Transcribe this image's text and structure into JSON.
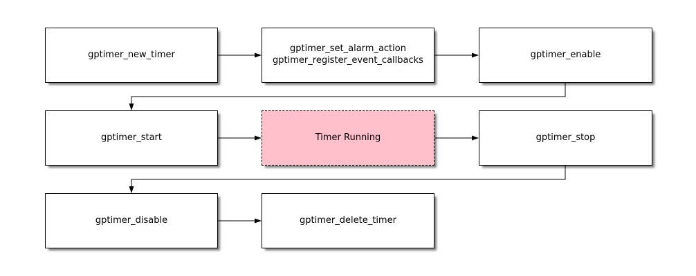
{
  "diagram_type": "flowchart",
  "nodes": {
    "new_timer": {
      "label": "gptimer_new_timer"
    },
    "set_alarm": {
      "line1": "gptimer_set_alarm_action",
      "line2": "gptimer_register_event_callbacks"
    },
    "enable": {
      "label": "gptimer_enable"
    },
    "start": {
      "label": "gptimer_start"
    },
    "timer_running": {
      "label": "Timer Running"
    },
    "stop": {
      "label": "gptimer_stop"
    },
    "disable": {
      "label": "gptimer_disable"
    },
    "delete_timer": {
      "label": "gptimer_delete_timer"
    }
  },
  "edges": [
    {
      "from": "gptimer_new_timer",
      "to": "gptimer_set_alarm_action / gptimer_register_event_callbacks"
    },
    {
      "from": "gptimer_set_alarm_action / gptimer_register_event_callbacks",
      "to": "gptimer_enable"
    },
    {
      "from": "gptimer_enable",
      "to": "gptimer_start"
    },
    {
      "from": "gptimer_start",
      "to": "Timer Running"
    },
    {
      "from": "Timer Running",
      "to": "gptimer_stop"
    },
    {
      "from": "gptimer_stop",
      "to": "gptimer_disable"
    },
    {
      "from": "gptimer_disable",
      "to": "gptimer_delete_timer"
    }
  ],
  "colors": {
    "node_fill": "#ffffff",
    "node_border": "#000000",
    "highlight_fill": "#ffc0cb",
    "highlight_border": "#000000",
    "connector": "#000000",
    "background": "#ffffff"
  }
}
